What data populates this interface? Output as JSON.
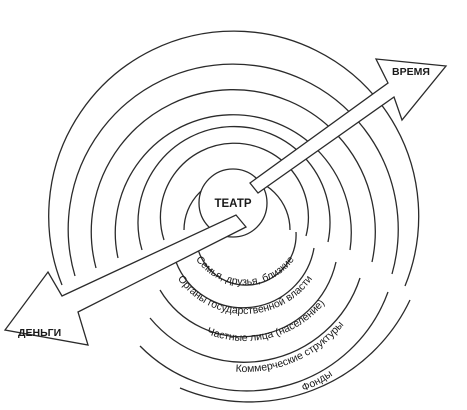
{
  "diagram": {
    "center": "ТЕАТР",
    "rings": [
      "Семья, друзья, близкие",
      "Органы государственной власти",
      "Частные лица (население)",
      "Коммерческие структуры",
      "Фонды"
    ],
    "arrows": {
      "time": "ВРЕМЯ",
      "money": "ДЕНЬГИ"
    },
    "colors": {
      "stroke": "#2b2b2b",
      "background": "#ffffff"
    }
  }
}
